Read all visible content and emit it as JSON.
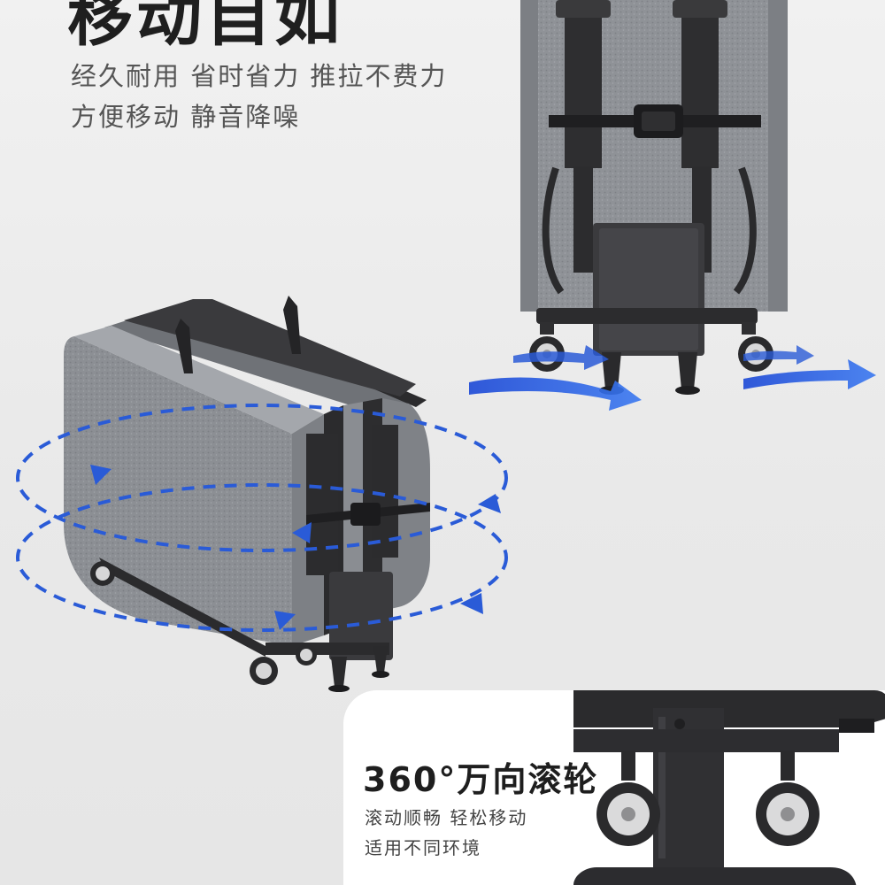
{
  "headline": "移动自如",
  "features": {
    "line1": "经久耐用 省时省力 推拉不费力",
    "line2": "方便移动 静音降噪"
  },
  "caster": {
    "title": "360°万向滚轮",
    "desc1": "滚动顺畅 轻松移动",
    "desc2": "适用不同环境"
  },
  "colors": {
    "accent_arrow": "#2a5bd7",
    "fabric_gray": "#8e9196",
    "frame_black": "#2b2b2d",
    "headline_text": "#1f1f1f",
    "card_bg": "#ffffff"
  }
}
